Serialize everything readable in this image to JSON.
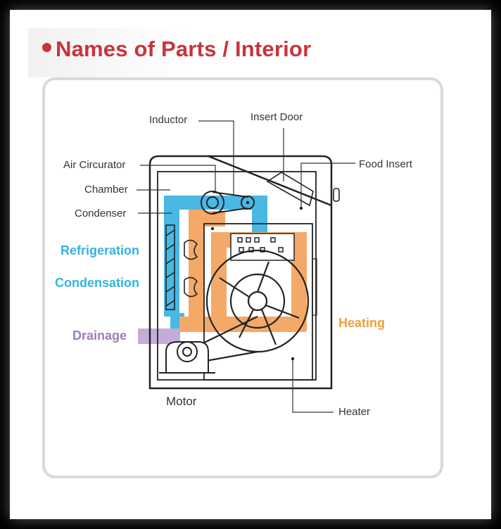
{
  "title": "Names of Parts / Interior",
  "labels": {
    "inductor": "Inductor",
    "insert_door": "Insert Door",
    "air_circulator": "Air Circurator",
    "food_insert": "Food Insert",
    "chamber": "Chamber",
    "condenser": "Condenser",
    "refrigeration": "Refrigeration",
    "condensation": "Condensation",
    "heating": "Heating",
    "drainage": "Drainage",
    "motor": "Motor",
    "heater": "Heater"
  },
  "colors": {
    "title": "#c8343c",
    "refrigeration": "#34b4e0",
    "heating": "#efa03a",
    "drainage": "#a07cc0",
    "outline": "#222222"
  }
}
